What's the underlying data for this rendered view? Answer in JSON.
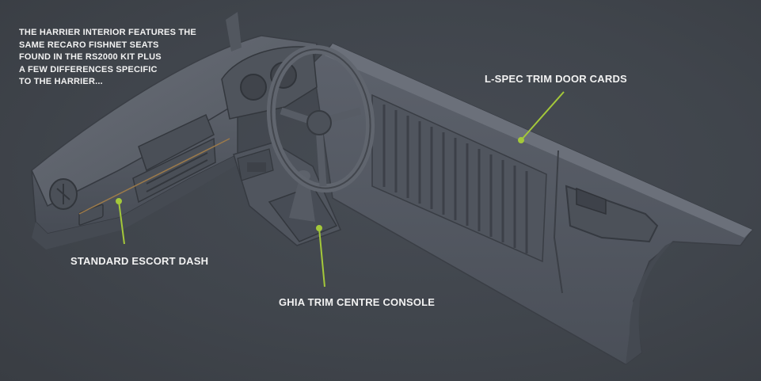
{
  "intro_text": {
    "line_1": "THE HARRIER INTERIOR FEATURES THE",
    "line_2": "SAME RECARO FISHNET SEATS",
    "line_3": "FOUND IN THE RS2000 KIT PLUS",
    "line_4": "A FEW DIFFERENCES SPECIFIC",
    "line_5": "TO THE HARRIER..."
  },
  "callouts": {
    "door_cards": "L-SPEC TRIM DOOR CARDS",
    "dash": "STANDARD ESCORT DASH",
    "console": "GHIA TRIM CENTRE CONSOLE"
  },
  "colors": {
    "background": "#40454c",
    "model_surface": "#575c66",
    "callout_line": "#a4c83a",
    "label_text": "#f2f2f2"
  }
}
